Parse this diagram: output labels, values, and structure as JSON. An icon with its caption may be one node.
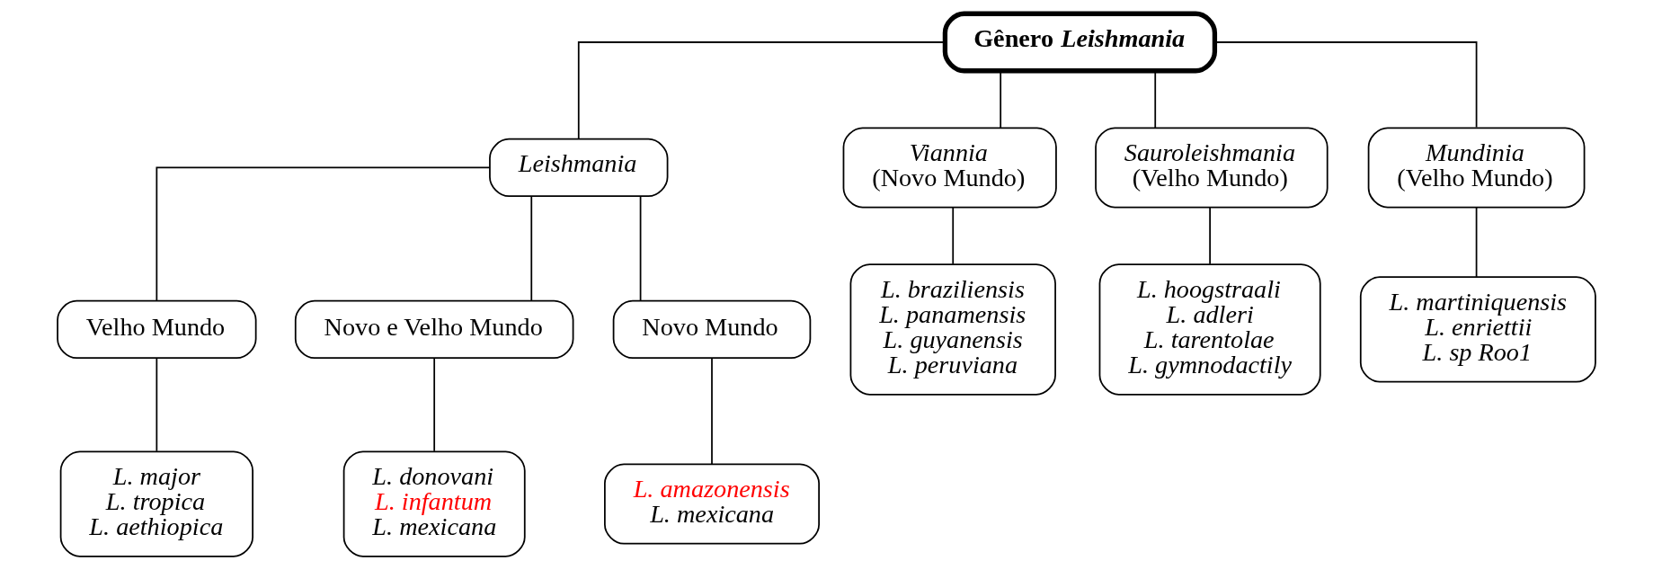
{
  "diagram": {
    "nodes": [
      {
        "text": [
          "Gênero *Leishmania*"
        ]
      },
      {
        "text": [
          "Leishmania"
        ]
      },
      {
        "text": [
          "Viannia",
          "(Novo Mundo)"
        ]
      },
      {
        "text": [
          "Sauroleishmania",
          "(Velho Mundo)"
        ]
      },
      {
        "text": [
          "Mundinia",
          "(Velho Mundo)"
        ]
      },
      {
        "text": [
          "Velho Mundo"
        ]
      },
      {
        "text": [
          "Novo e Velho Mundo"
        ]
      },
      {
        "text": [
          "Novo Mundo"
        ]
      },
      {
        "text": [
          "L. braziliensis",
          "L. panamensis",
          "L. guyanensis",
          "L. peruviana"
        ]
      },
      {
        "text": [
          "L. hoogstraali",
          "L. adleri",
          "L. tarentolae",
          "L. gymnodactily"
        ]
      },
      {
        "text": [
          "L. martiniquensis",
          "L. enriettii",
          "L. sp Roo1"
        ]
      },
      {
        "text": [
          "L. major",
          "L. tropica",
          "L. aethiopica"
        ]
      },
      {
        "text": [
          "L. donovani",
          "L. infantum",
          "L. mexicana"
        ]
      },
      {
        "text": [
          "L. amazonensis",
          "L. mexicana"
        ]
      }
    ],
    "edges": [
      {
        "from": 0,
        "to": 1,
        "arrow": "none"
      },
      {
        "from": 0,
        "to": 2,
        "arrow": "none"
      },
      {
        "from": 0,
        "to": 3,
        "arrow": "none"
      },
      {
        "from": 0,
        "to": 4,
        "arrow": "none"
      },
      {
        "from": 1,
        "to": 5,
        "arrow": "none"
      },
      {
        "from": 1,
        "to": 6,
        "arrow": "none"
      },
      {
        "from": 1,
        "to": 7,
        "arrow": "none"
      },
      {
        "from": 2,
        "to": 8,
        "arrow": "none"
      },
      {
        "from": 3,
        "to": 9,
        "arrow": "none"
      },
      {
        "from": 4,
        "to": 10,
        "arrow": "none"
      },
      {
        "from": 5,
        "to": 11,
        "arrow": "none"
      },
      {
        "from": 6,
        "to": 12,
        "arrow": "none"
      },
      {
        "from": 7,
        "to": 13,
        "arrow": "none"
      }
    ]
  }
}
